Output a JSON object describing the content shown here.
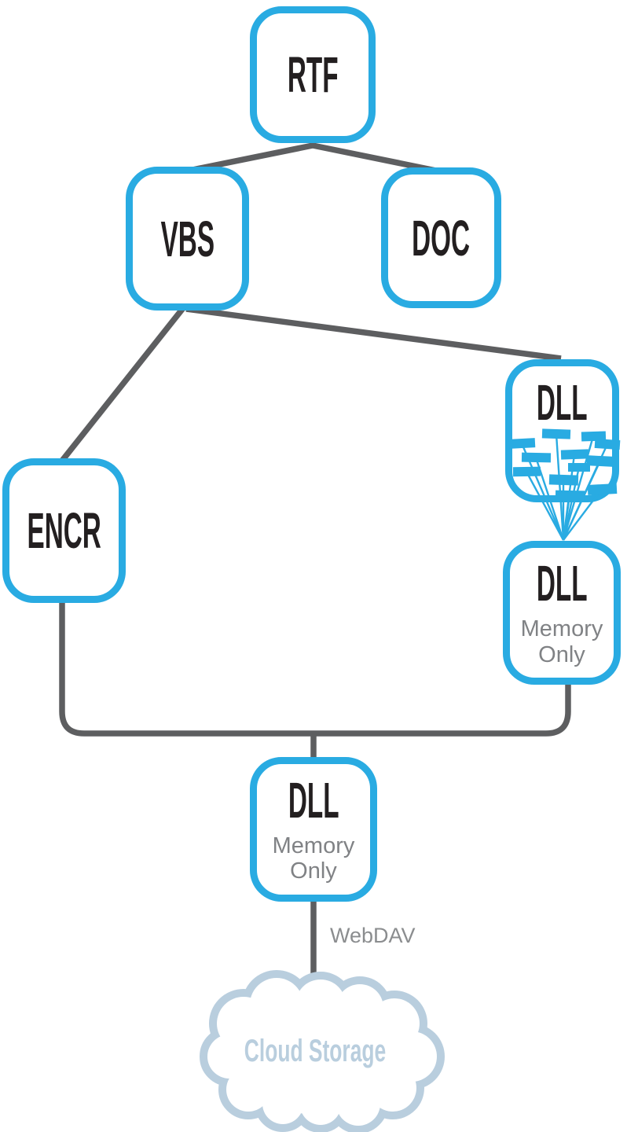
{
  "diagram": {
    "nodes": {
      "rtf": {
        "label": "RTF"
      },
      "vbs": {
        "label": "VBS"
      },
      "doc": {
        "label": "DOC"
      },
      "encr": {
        "label": "ENCR"
      },
      "dll_loader": {
        "label": "DLL"
      },
      "dll_memory_right": {
        "label": "DLL",
        "sublabel": "Memory Only"
      },
      "dll_memory_center": {
        "label": "DLL",
        "sublabel": "Memory Only"
      }
    },
    "labels": {
      "webdav": "WebDAV",
      "cloud_storage": "Cloud Storage"
    },
    "icons": {
      "dll_fragments": "scattered-code-fragment-blocks-icon",
      "cloud": "cloud-outline-icon"
    },
    "colors": {
      "node_border_blue": "#29abe2",
      "connector_gray": "#5d5e60",
      "label_black": "#231f20",
      "sublabel_gray": "#808285",
      "edge_label_gray": "#8b8d8f",
      "cloud_blue": "#b9cede"
    }
  }
}
